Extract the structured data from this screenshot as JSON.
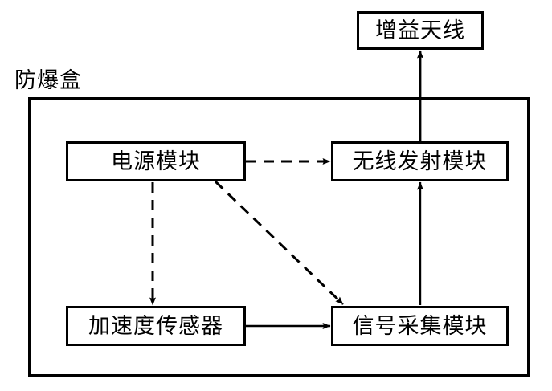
{
  "diagram": {
    "title_label": "防爆盒",
    "nodes": {
      "antenna": "增益天线",
      "power": "电源模块",
      "wireless": "无线发射模块",
      "sensor": "加速度传感器",
      "daq": "信号采集模块"
    },
    "edges": [
      {
        "name": "power-to-wireless",
        "from": "电源模块",
        "to": "无线发射模块",
        "style": "dashed",
        "arrow": "right"
      },
      {
        "name": "power-to-sensor",
        "from": "电源模块",
        "to": "加速度传感器",
        "style": "dashed",
        "arrow": "down"
      },
      {
        "name": "power-to-daq",
        "from": "电源模块",
        "to": "信号采集模块",
        "style": "dashed",
        "arrow": "diagonal-down-right"
      },
      {
        "name": "sensor-to-daq",
        "from": "加速度传感器",
        "to": "信号采集模块",
        "style": "solid",
        "arrow": "right"
      },
      {
        "name": "daq-to-wireless",
        "from": "信号采集模块",
        "to": "无线发射模块",
        "style": "solid",
        "arrow": "up"
      },
      {
        "name": "wireless-to-antenna",
        "from": "无线发射模块",
        "to": "增益天线",
        "style": "solid",
        "arrow": "up"
      }
    ],
    "colors": {
      "stroke": "#000000",
      "background": "#ffffff",
      "text": "#000000"
    }
  }
}
